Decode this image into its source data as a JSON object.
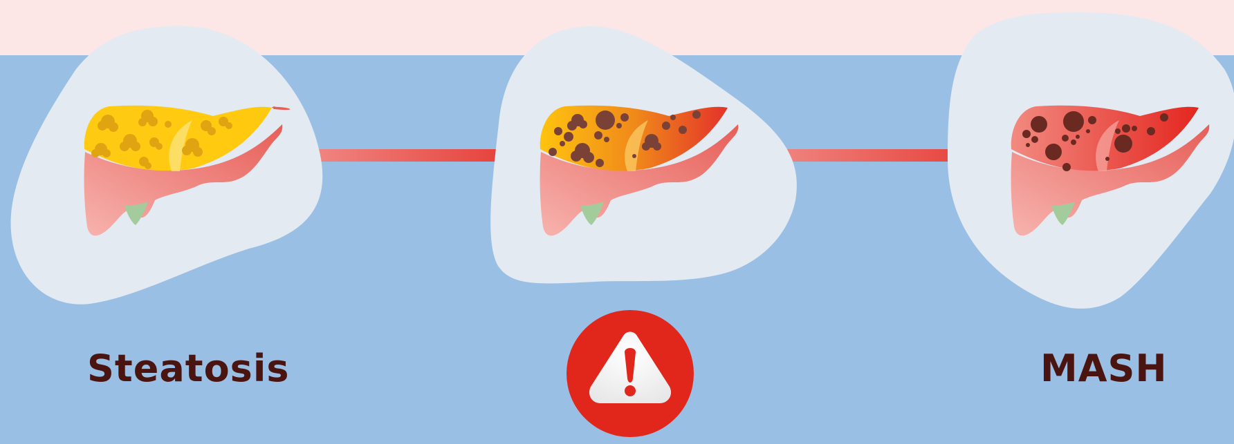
{
  "stages": [
    {
      "label": "Steatosis",
      "liver_state": "fatty"
    },
    {
      "label": "",
      "liver_state": "inflamed"
    },
    {
      "label": "MASH",
      "liver_state": "fibrotic"
    }
  ],
  "warning_icon": "warning-triangle-icon",
  "colors": {
    "background_blue": "#9abfe4",
    "top_band": "#fde6e6",
    "blob": "#e3eaf2",
    "fat_yellow": "#ffc90f",
    "inflamed_orange": "#f08a1a",
    "liver_red": "#e3322a",
    "liver_pink": "#f4a3a0",
    "gallbladder_green": "#a3cb9b",
    "warning_red": "#e1261c",
    "label_text": "#4a1410"
  }
}
